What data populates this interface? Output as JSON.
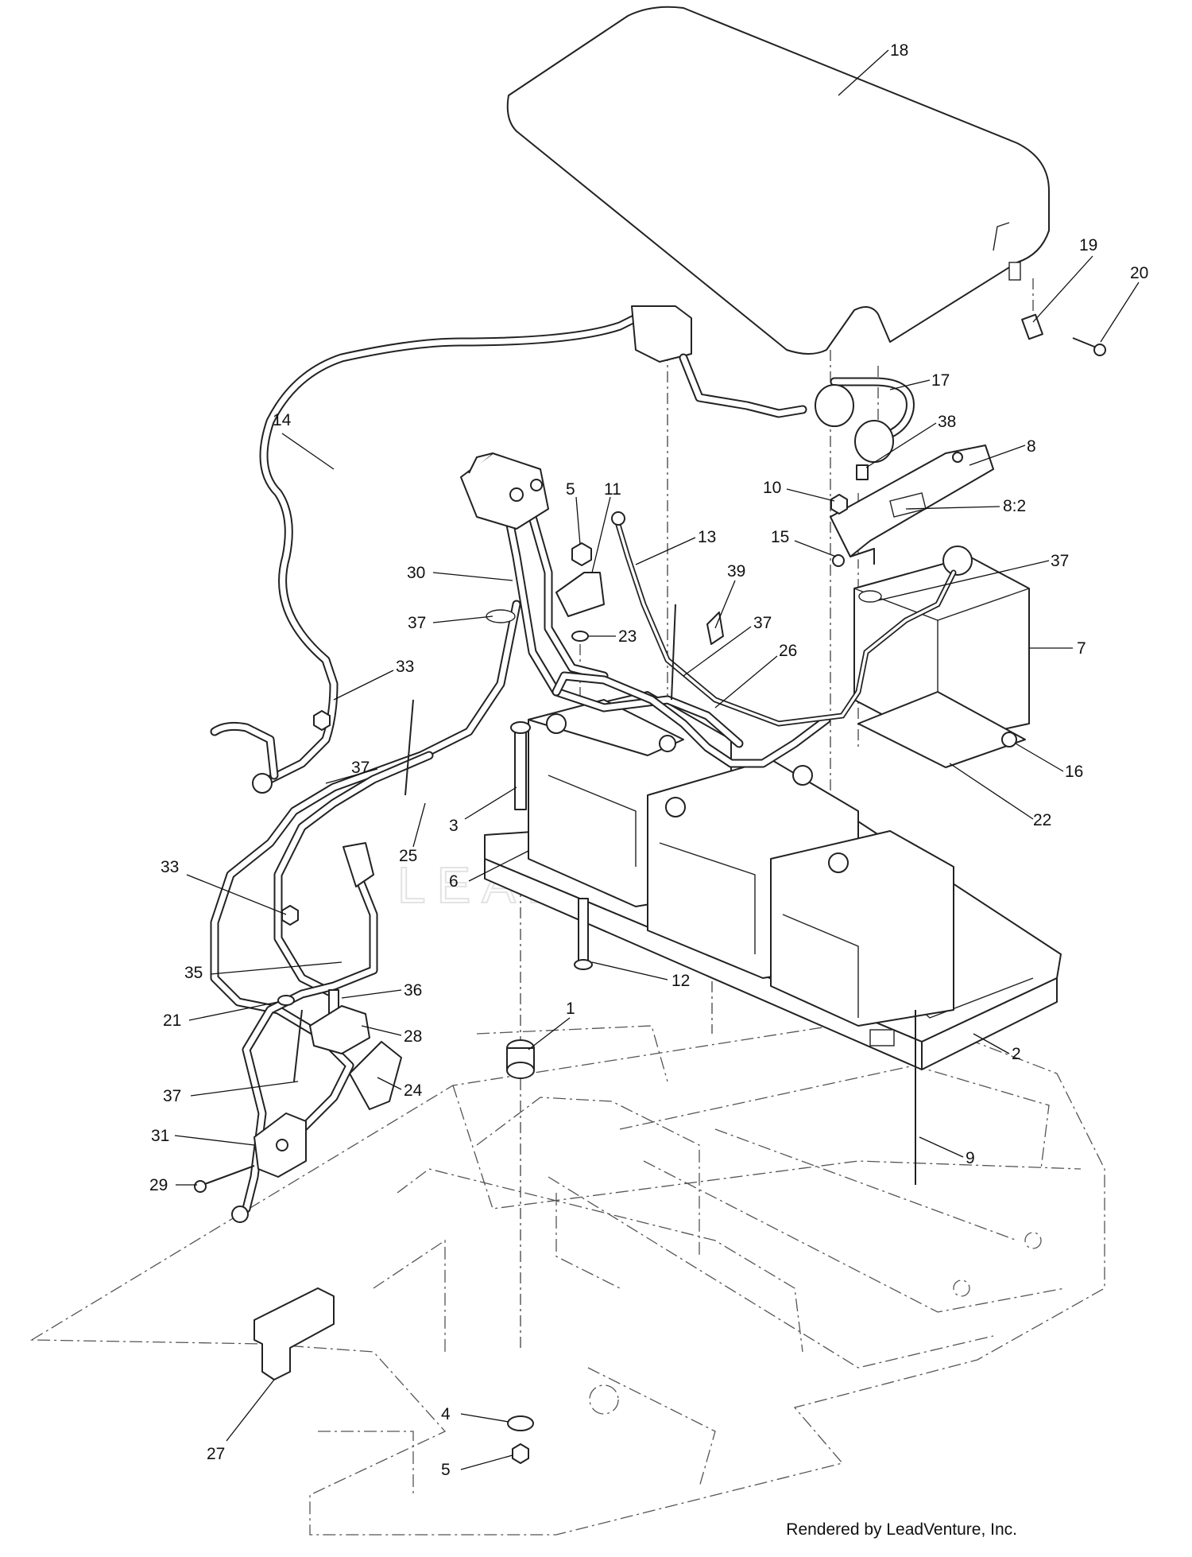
{
  "watermark": "LEADVENTURE",
  "credit": "Rendered by LeadVenture, Inc.",
  "callouts": [
    {
      "id": "c18",
      "label": "18"
    },
    {
      "id": "c19",
      "label": "19"
    },
    {
      "id": "c20",
      "label": "20"
    },
    {
      "id": "c17",
      "label": "17"
    },
    {
      "id": "c14",
      "label": "14"
    },
    {
      "id": "c38",
      "label": "38"
    },
    {
      "id": "c8",
      "label": "8"
    },
    {
      "id": "c10",
      "label": "10"
    },
    {
      "id": "c82",
      "label": "8:2"
    },
    {
      "id": "c5a",
      "label": "5"
    },
    {
      "id": "c11",
      "label": "11"
    },
    {
      "id": "c13",
      "label": "13"
    },
    {
      "id": "c15",
      "label": "15"
    },
    {
      "id": "c37a",
      "label": "37"
    },
    {
      "id": "c30",
      "label": "30"
    },
    {
      "id": "c39",
      "label": "39"
    },
    {
      "id": "c37b",
      "label": "37"
    },
    {
      "id": "c37c",
      "label": "37"
    },
    {
      "id": "c23",
      "label": "23"
    },
    {
      "id": "c7",
      "label": "7"
    },
    {
      "id": "c26",
      "label": "26"
    },
    {
      "id": "c33a",
      "label": "33"
    },
    {
      "id": "c37d",
      "label": "37"
    },
    {
      "id": "c16",
      "label": "16"
    },
    {
      "id": "c3",
      "label": "3"
    },
    {
      "id": "c25",
      "label": "25"
    },
    {
      "id": "c22",
      "label": "22"
    },
    {
      "id": "c6",
      "label": "6"
    },
    {
      "id": "c33b",
      "label": "33"
    },
    {
      "id": "c12",
      "label": "12"
    },
    {
      "id": "c35",
      "label": "35"
    },
    {
      "id": "c36",
      "label": "36"
    },
    {
      "id": "c21",
      "label": "21"
    },
    {
      "id": "c28",
      "label": "28"
    },
    {
      "id": "c1",
      "label": "1"
    },
    {
      "id": "c2",
      "label": "2"
    },
    {
      "id": "c37e",
      "label": "37"
    },
    {
      "id": "c24",
      "label": "24"
    },
    {
      "id": "c31",
      "label": "31"
    },
    {
      "id": "c9",
      "label": "9"
    },
    {
      "id": "c29",
      "label": "29"
    },
    {
      "id": "c4",
      "label": "4"
    },
    {
      "id": "c5b",
      "label": "5"
    },
    {
      "id": "c27",
      "label": "27"
    }
  ]
}
